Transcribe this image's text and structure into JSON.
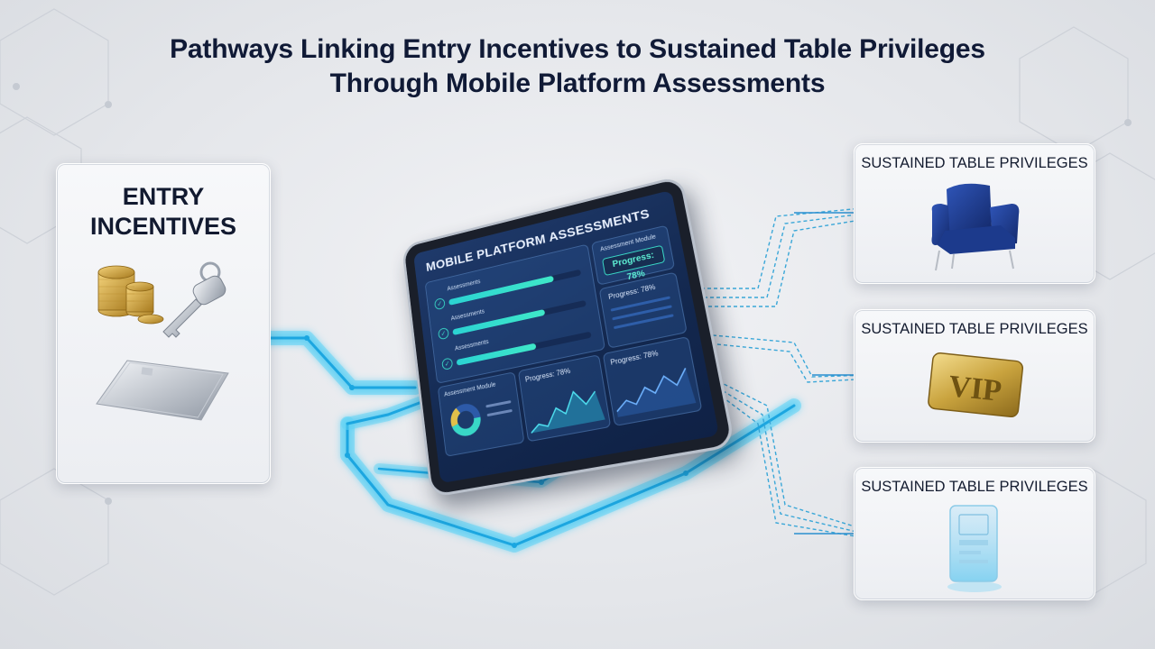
{
  "title": {
    "line1": "Pathways Linking Entry Incentives to Sustained Table Privileges",
    "line2": "Through Mobile Platform Assessments"
  },
  "entry": {
    "title_line1": "ENTRY",
    "title_line2": "INCENTIVES"
  },
  "tablet": {
    "heading": "MOBILE PLATFORM ASSESSMENTS",
    "tasks": [
      "Assessments",
      "Assessments",
      "Assessments"
    ],
    "task_fill": [
      0.8,
      0.7,
      0.6
    ],
    "module_label": "Assessment Module",
    "progress_label": "Progress: 78%",
    "progress_secondary": "Progress: 78%",
    "chart_progress_a": "Progress: 78%",
    "chart_progress_b": "Progress: 78%",
    "module_label_b": "Assessment Module"
  },
  "privileges": [
    {
      "label": "SUSTAINED TABLE PRIVILEGES",
      "icon": "armchair-icon"
    },
    {
      "label": "SUSTAINED TABLE PRIVILEGES",
      "icon": "vip-card-icon",
      "badge": "VIP"
    },
    {
      "label": "SUSTAINED TABLE PRIVILEGES",
      "icon": "holographic-card-icon"
    }
  ],
  "colors": {
    "circuit": "#2fb9ea",
    "accent": "#39d7c6",
    "navy": "#1b3a8f",
    "gold": "#c9a33e"
  }
}
